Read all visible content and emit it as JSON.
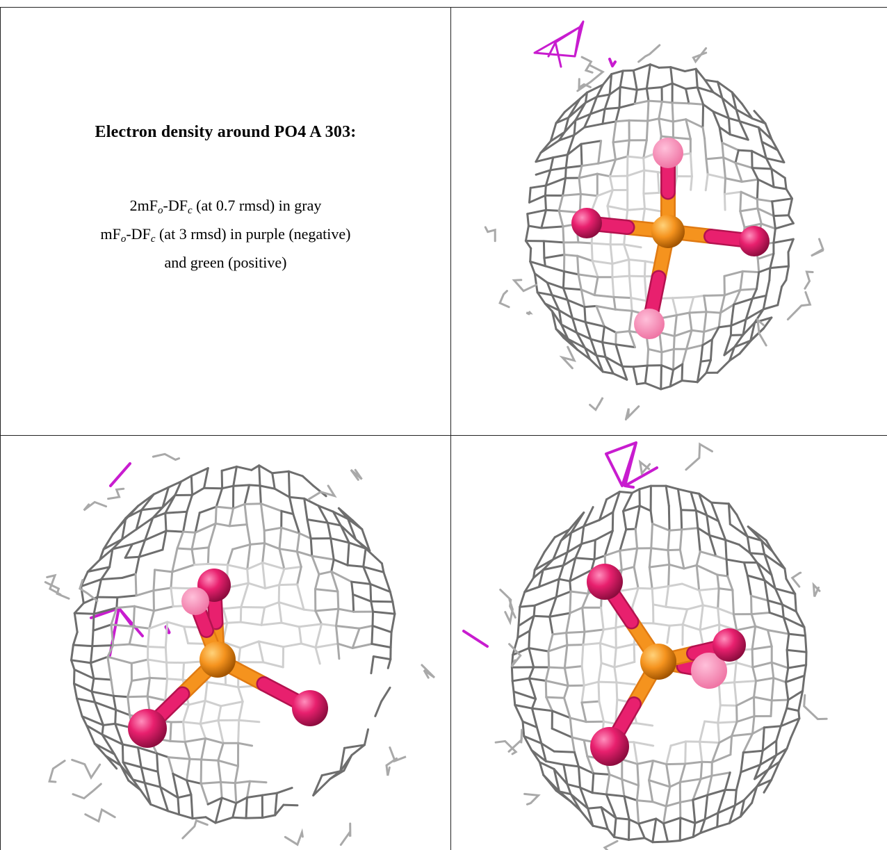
{
  "caption": {
    "title": "Electron density around PO4 A 303:",
    "line1_a": "2mF",
    "line1_sub1": "o",
    "line1_b": "-DF",
    "line1_sub2": "c",
    "line1_c": " (at 0.7 rmsd) in gray",
    "line2_a": "mF",
    "line2_sub1": "o",
    "line2_b": "-DF",
    "line2_sub2": "c",
    "line2_c": " (at 3 rmsd) in purple (negative)",
    "line3": "and green (positive)"
  },
  "colors": {
    "mesh_gray": "#a9a9a9",
    "mesh_dark": "#6e6e6e",
    "mesh_light": "#cfcfcf",
    "negative_difference": "#c81ccf",
    "oxygen": "#e8206e",
    "phosphorus": "#f5931e",
    "border": "#222222"
  },
  "panels": [
    {
      "name": "view-top-right",
      "shows": "PO4 tetrahedron inside density mesh"
    },
    {
      "name": "view-bottom-left",
      "shows": "PO4 tetrahedron inside density mesh"
    },
    {
      "name": "view-bottom-right",
      "shows": "PO4 tetrahedron inside density mesh"
    }
  ]
}
